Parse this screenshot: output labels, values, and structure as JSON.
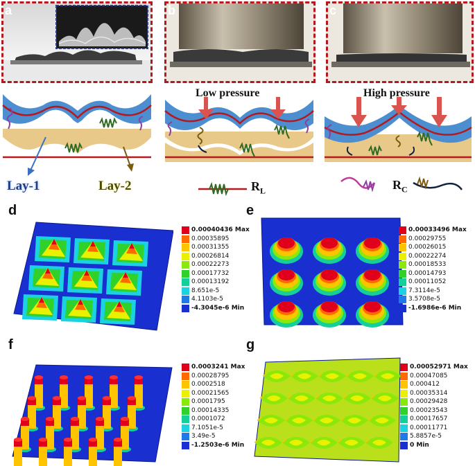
{
  "top": {
    "panel_a": {
      "label": "a",
      "lay1": "Lay-1",
      "lay2": "Lay-2"
    },
    "panel_b": {
      "label": "b",
      "pressure": "Low pressure",
      "legend_main": "R",
      "legend_sub": "L"
    },
    "panel_c": {
      "label": "c",
      "pressure": "High pressure",
      "legend_main": "R",
      "legend_sub": "C"
    }
  },
  "colors": {
    "frame": "#b3191f",
    "upper_layer": "#4d8ed0",
    "lower_layer": "#e8c98a",
    "red_line": "#b3191f",
    "green_spring": "#2f6b22",
    "purple_spring": "#8e3ea0",
    "arrow": "#d9534f",
    "lay1_text": "#1f3b8c",
    "lay2_text": "#4a4a00",
    "sim_base": "#1a2fd0"
  },
  "sims": [
    {
      "label": "d",
      "shape": "pyramids",
      "legend": [
        "0.00040436 Max",
        "0.00035895",
        "0.00031355",
        "0.00026814",
        "0.00022273",
        "0.00017732",
        "0.00013192",
        "8.651e-5",
        "4.1103e-5",
        "-4.3045e-6 Min"
      ]
    },
    {
      "label": "e",
      "shape": "domes",
      "legend": [
        "0.00033496 Max",
        "0.00029755",
        "0.00026015",
        "0.00022274",
        "0.00018533",
        "0.00014793",
        "0.00011052",
        "7.3114e-5",
        "3.5708e-5",
        "-1.6986e-6 Min"
      ]
    },
    {
      "label": "f",
      "shape": "pillars",
      "legend": [
        "0.0003241 Max",
        "0.00028795",
        "0.0002518",
        "0.00021565",
        "0.0001795",
        "0.00014335",
        "0.0001072",
        "7.1051e-5",
        "3.49e-5",
        "-1.2503e-6 Min"
      ]
    },
    {
      "label": "g",
      "shape": "waves",
      "legend": [
        "0.00052971 Max",
        "0.00047085",
        "0.000412",
        "0.00035314",
        "0.00029428",
        "0.00023543",
        "0.00017657",
        "0.00011771",
        "5.8857e-5",
        "0 Min"
      ]
    }
  ],
  "legend_colors": [
    "#e0001b",
    "#ff6a00",
    "#ffc400",
    "#e9f000",
    "#8ae80a",
    "#2fd12a",
    "#15cf9b",
    "#1ad2e0",
    "#1f7ae8",
    "#1a2fd0"
  ]
}
